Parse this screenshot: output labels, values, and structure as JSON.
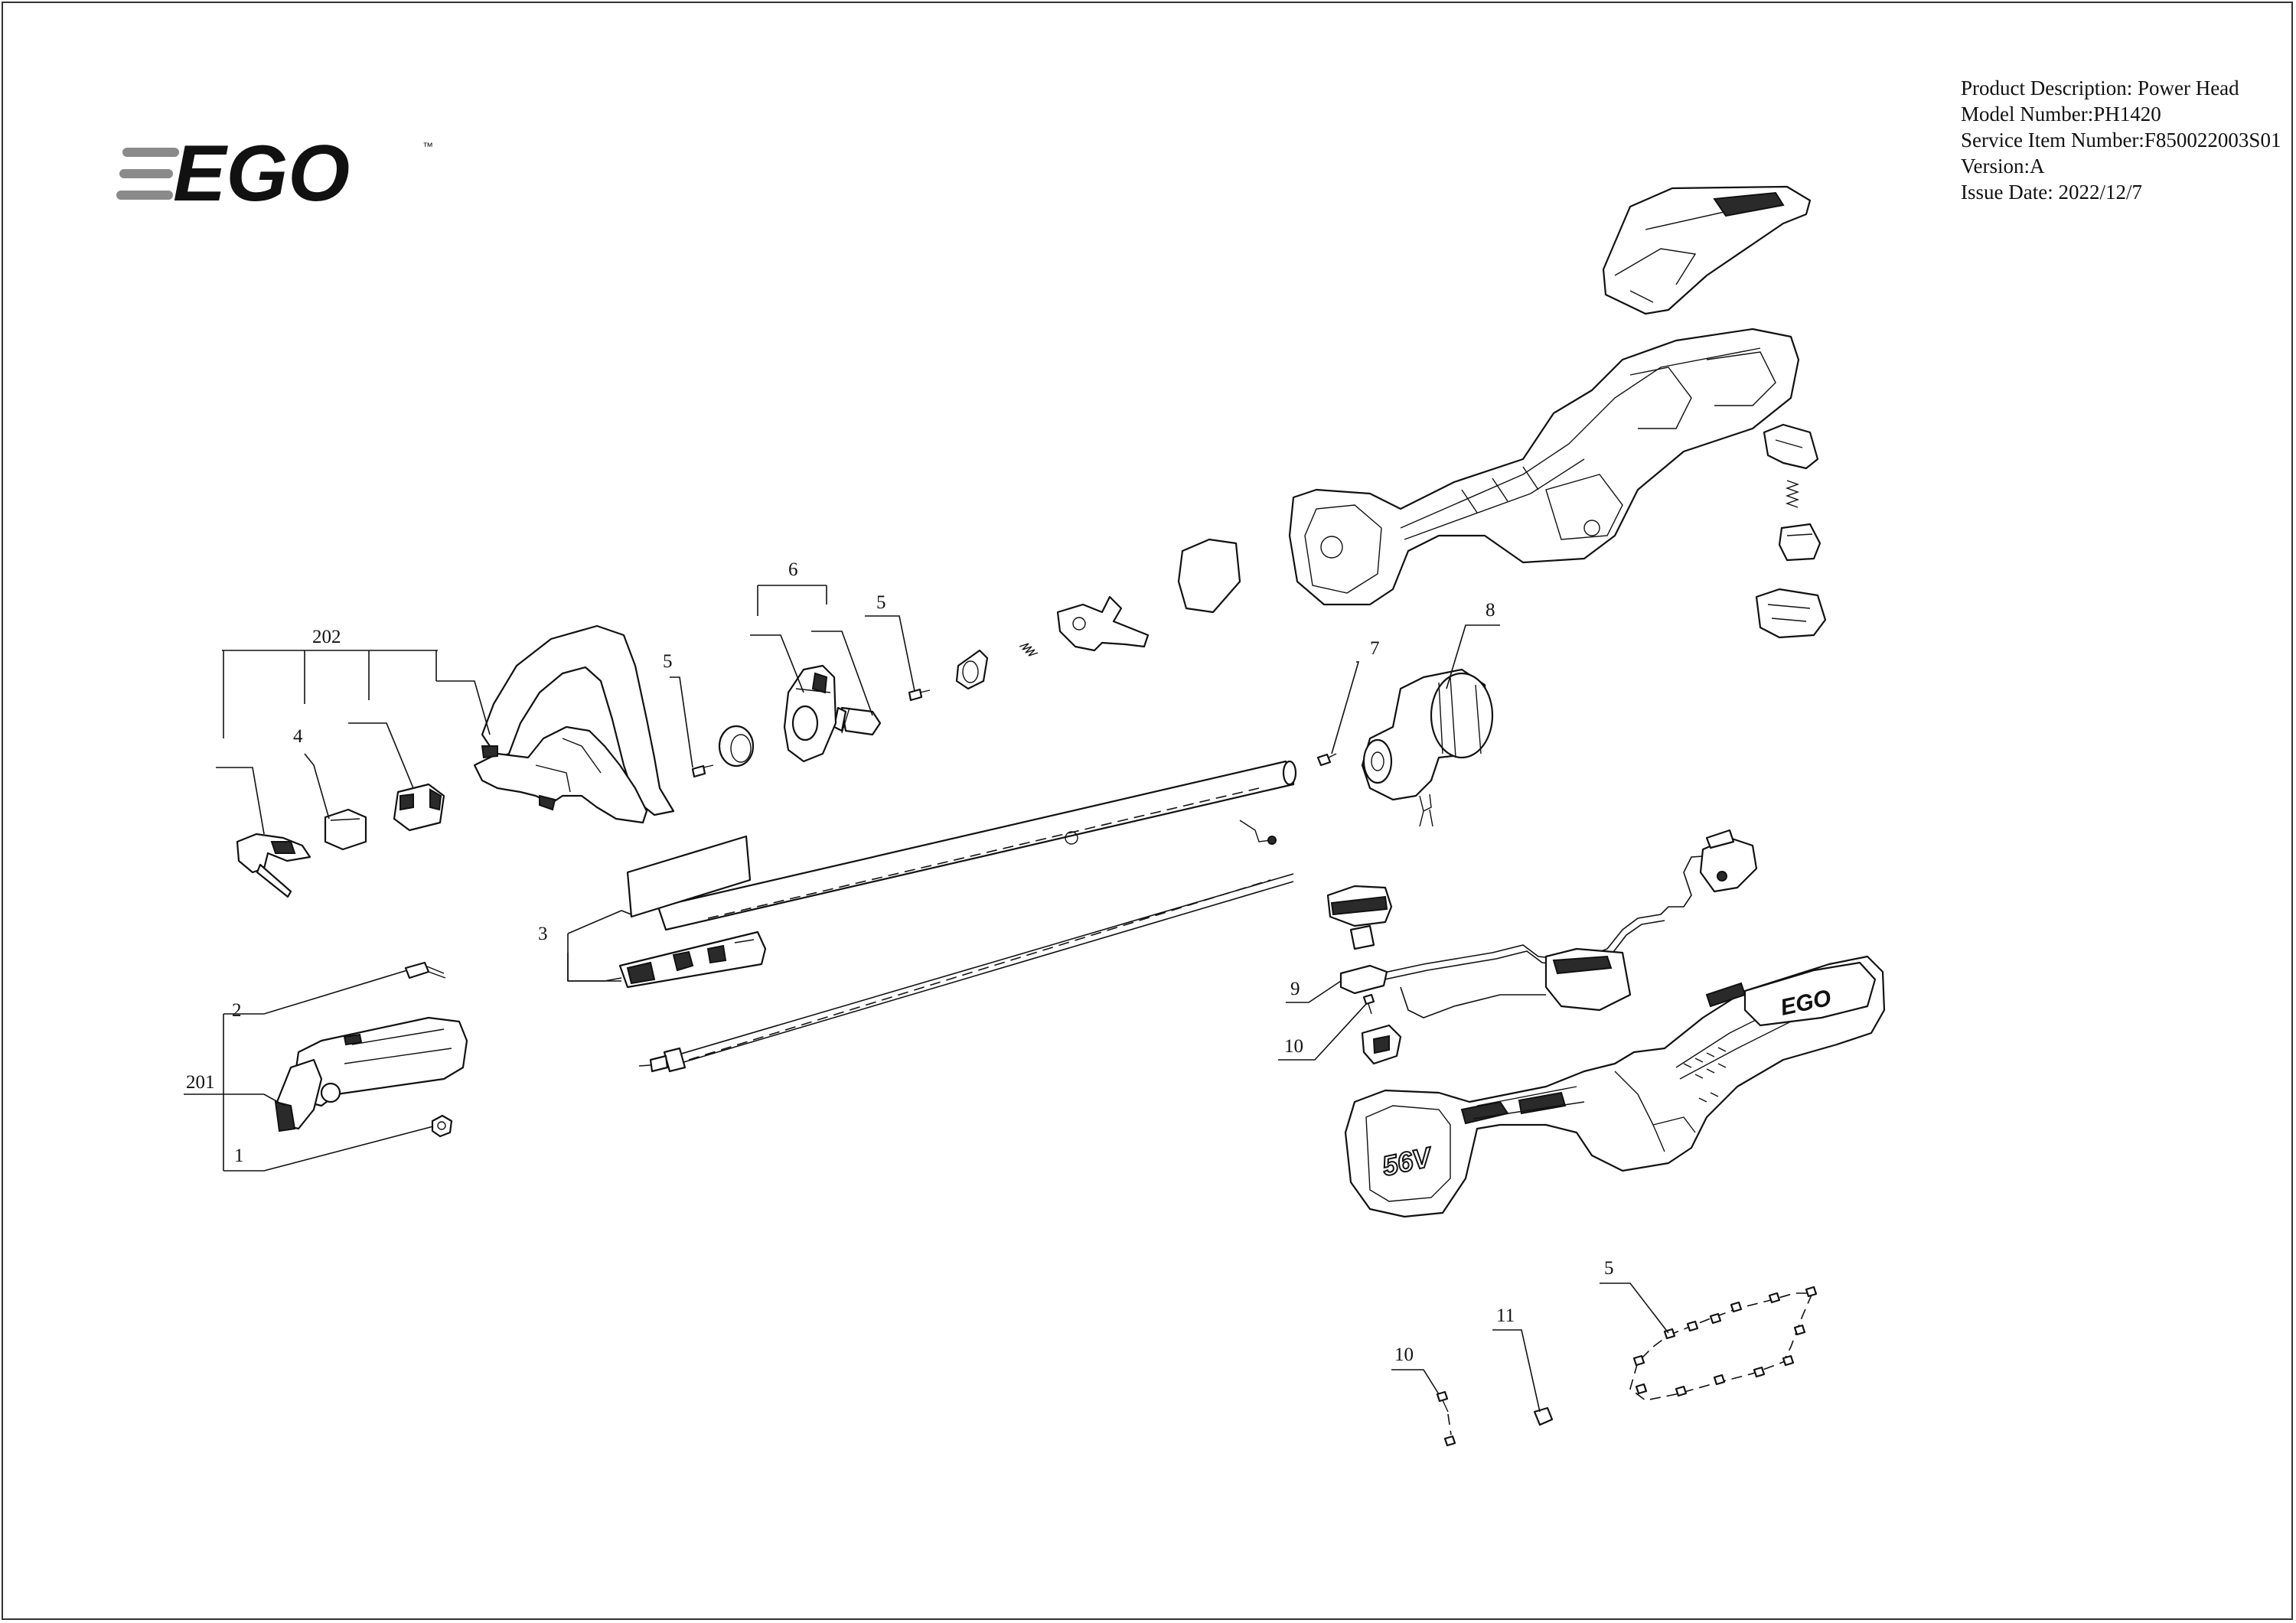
{
  "brand": {
    "logo_text": "EGO",
    "trademark": "™"
  },
  "info": {
    "product_description": "Product Description: Power Head",
    "model_number": "Model Number:PH1420",
    "service_item_number": "Service Item Number:F850022003S01",
    "version": "Version:A",
    "issue_date": "Issue Date: 2022/12/7"
  },
  "battery_label": "56V",
  "housing_logo": "EGO",
  "callouts": {
    "c202": "202",
    "c4": "4",
    "c5a": "5",
    "c6": "6",
    "c5b": "5",
    "c7": "7",
    "c8": "8",
    "c3": "3",
    "c2": "2",
    "c201": "201",
    "c1": "1",
    "c9": "9",
    "c10a": "10",
    "c5c": "5",
    "c10b": "10",
    "c11": "11"
  }
}
